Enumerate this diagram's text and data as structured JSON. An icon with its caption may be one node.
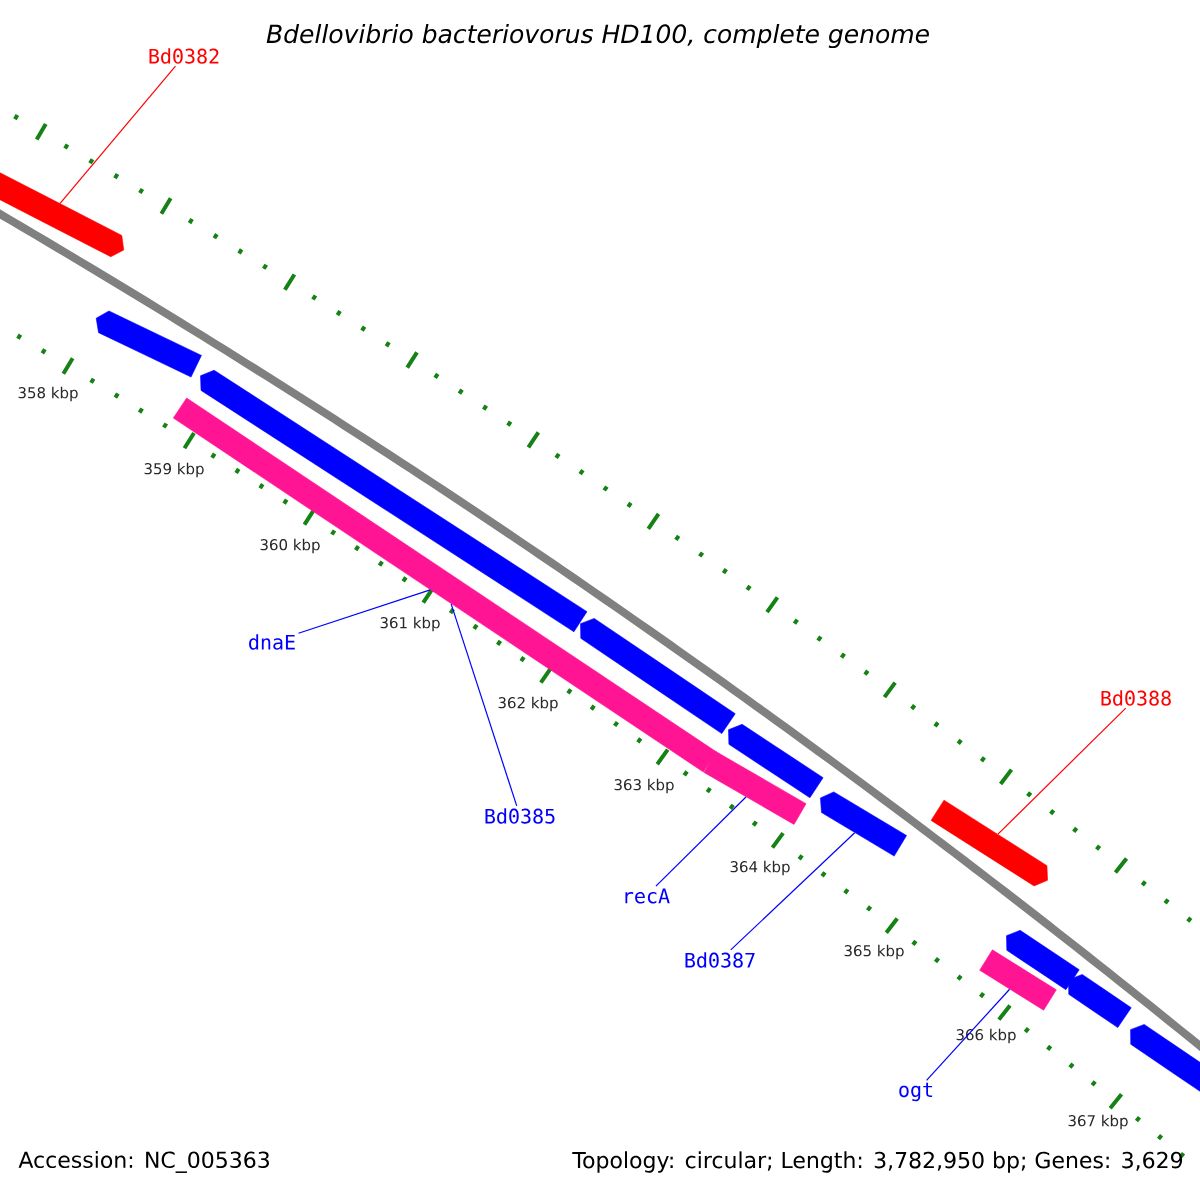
{
  "diagram": {
    "title": "Bdellovibrio bacteriovorus HD100, complete genome",
    "nodes": [
      {
        "text": [
          "Bd0382"
        ]
      },
      {
        "text": [
          "Bd0388"
        ]
      },
      {
        "text": [
          "dnaE"
        ]
      },
      {
        "text": [
          "Bd0385"
        ]
      },
      {
        "text": [
          "recA"
        ]
      },
      {
        "text": [
          "Bd0387"
        ]
      },
      {
        "text": [
          "ogt"
        ]
      },
      {
        "text": [],
        "shape": "bar"
      },
      {
        "text": [],
        "shape": "bar"
      },
      {
        "text": [],
        "shape": "bar"
      },
      {
        "text": [],
        "shape": "bar"
      },
      {
        "text": [],
        "shape": "bar"
      },
      {
        "text": [],
        "shape": "bar"
      },
      {
        "text": [],
        "shape": "bar"
      },
      {
        "text": [],
        "shape": "bar"
      },
      {
        "text": [],
        "shape": "bar"
      },
      {
        "text": [],
        "shape": "bar"
      },
      {
        "text": [],
        "shape": "bar"
      },
      {
        "text": [],
        "shape": "bar"
      },
      {
        "text": [],
        "shape": "bar"
      }
    ],
    "edges": [
      {
        "from": 0,
        "to": 7,
        "arrow": "none",
        "color": "#ff0000"
      },
      {
        "from": 1,
        "to": 15,
        "arrow": "none",
        "color": "#ff0000"
      },
      {
        "from": 2,
        "to": 9,
        "arrow": "none"
      },
      {
        "from": 3,
        "to": 9,
        "arrow": "none"
      },
      {
        "from": 4,
        "to": 12,
        "arrow": "none"
      },
      {
        "from": 5,
        "to": 14,
        "arrow": "none"
      },
      {
        "from": 6,
        "to": 16,
        "arrow": "none"
      }
    ],
    "labels": [
      "358 kbp",
      "359 kbp",
      "360 kbp",
      "361 kbp",
      "362 kbp",
      "363 kbp",
      "364 kbp",
      "365 kbp",
      "366 kbp",
      "367 kbp",
      "Accession: NC_005363",
      "Topology: circular; Length: 3,782,950 bp; Genes: 3,629"
    ]
  }
}
